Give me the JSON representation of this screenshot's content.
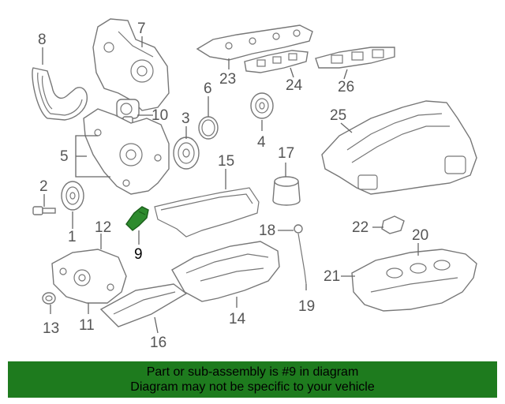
{
  "diagram": {
    "highlight_color": "#2e8b2e",
    "banner_color": "#1e7b1e",
    "callouts": {
      "c1": "1",
      "c2": "2",
      "c3": "3",
      "c4": "4",
      "c5": "5",
      "c6": "6",
      "c7": "7",
      "c8": "8",
      "c9": "9",
      "c10": "10",
      "c11": "11",
      "c12": "12",
      "c13": "13",
      "c14": "14",
      "c15": "15",
      "c16": "16",
      "c17": "17",
      "c18": "18",
      "c19": "19",
      "c20": "20",
      "c21": "21",
      "c22": "22",
      "c23": "23",
      "c24": "24",
      "c25": "25",
      "c26": "26"
    }
  },
  "banner": {
    "line1": "Part or sub-assembly is #9 in diagram",
    "line2": "Diagram may not be specific to your vehicle"
  }
}
